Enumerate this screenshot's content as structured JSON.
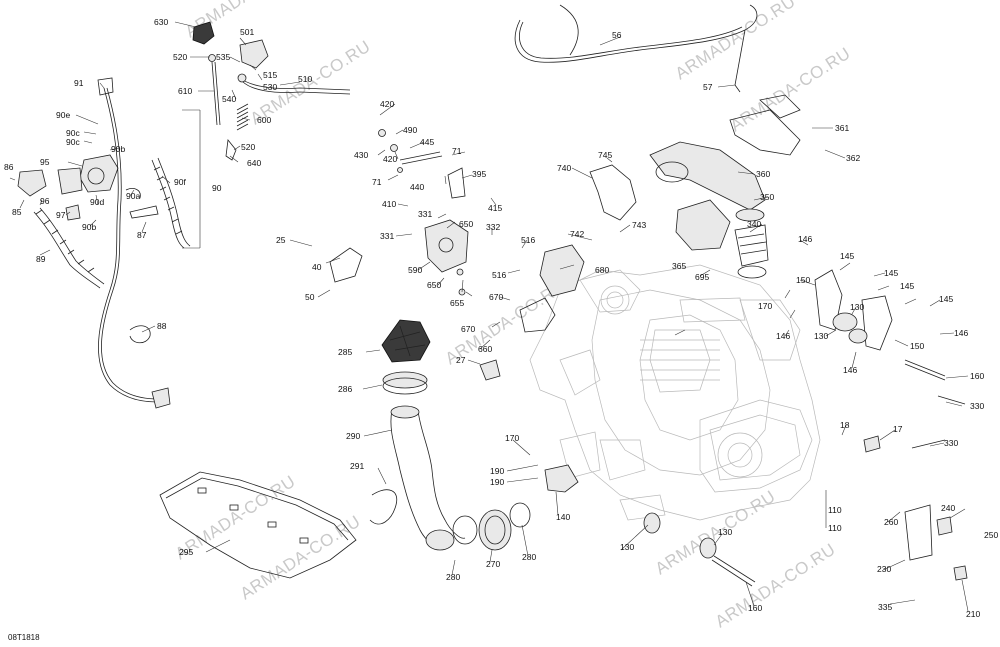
{
  "diagram": {
    "reference_code": "08T1818",
    "watermark": "ARMADA-CO.RU",
    "labels": [
      "630",
      "501",
      "520",
      "535",
      "515",
      "530",
      "510",
      "91",
      "610",
      "540",
      "600",
      "90e",
      "520",
      "90c",
      "90c",
      "90b",
      "640",
      "86",
      "95",
      "90d",
      "90a",
      "90f",
      "90",
      "85",
      "96",
      "97",
      "90b",
      "87",
      "89",
      "88",
      "56",
      "57",
      "361",
      "362",
      "420",
      "490",
      "445",
      "430",
      "420",
      "71",
      "71",
      "440",
      "395",
      "740",
      "745",
      "360",
      "410",
      "415",
      "350",
      "340",
      "331",
      "650",
      "332",
      "743",
      "742",
      "25",
      "331",
      "516",
      "146",
      "40",
      "590",
      "516",
      "680",
      "365",
      "145",
      "695",
      "150",
      "145",
      "145",
      "145",
      "650",
      "655",
      "670",
      "170",
      "130",
      "50",
      "146",
      "130",
      "150",
      "146",
      "670",
      "660",
      "285",
      "27",
      "146",
      "286",
      "160",
      "330",
      "18",
      "17",
      "330",
      "290",
      "170",
      "291",
      "190",
      "190",
      "140",
      "110",
      "110",
      "260",
      "240",
      "250",
      "130",
      "130",
      "295",
      "280",
      "270",
      "280",
      "230",
      "160",
      "335",
      "210"
    ]
  }
}
